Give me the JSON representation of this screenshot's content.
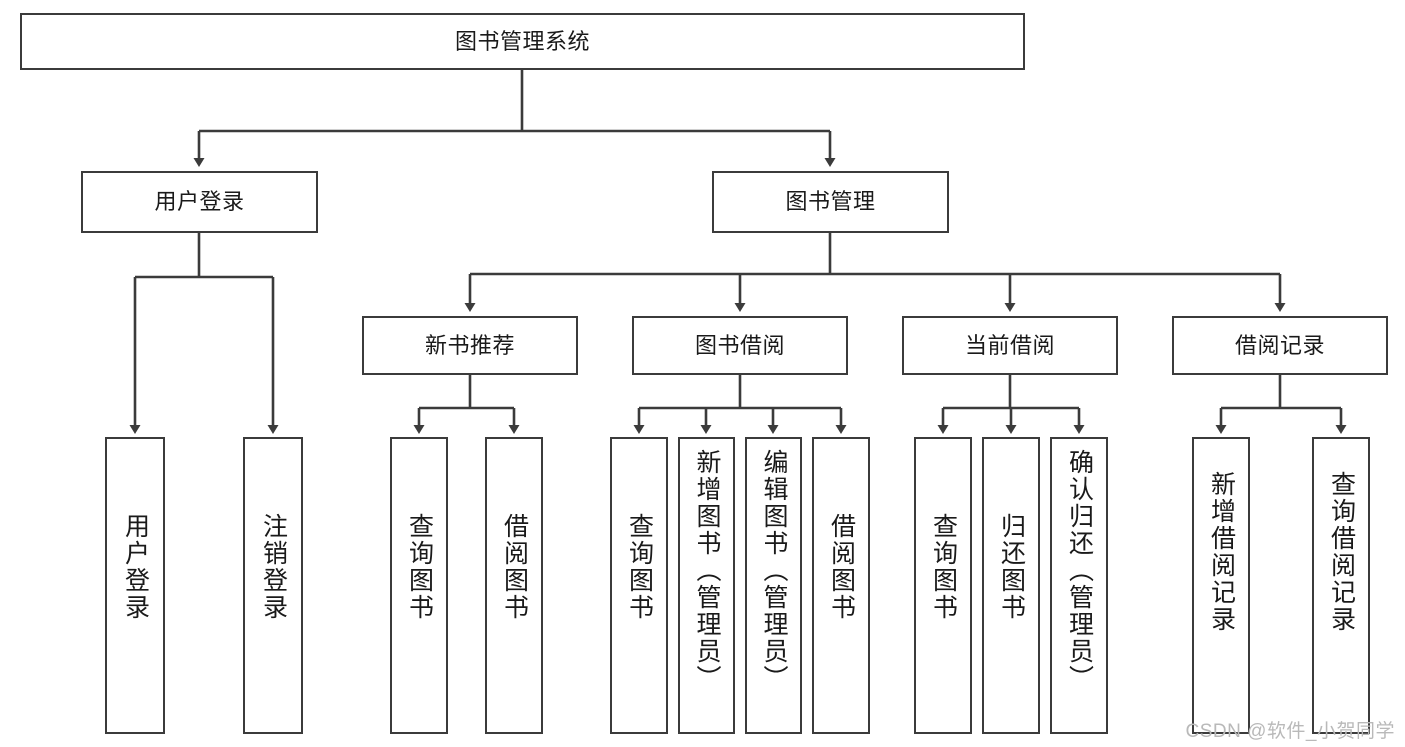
{
  "diagram": {
    "type": "tree",
    "title": "图书管理系统",
    "watermark": "CSDN @软件_小贺同学",
    "colors": {
      "stroke": "#3b3b3b",
      "fill": "#ffffff",
      "text": "#1a1a1a",
      "watermark": "#b9b9b9"
    },
    "levels": {
      "root": [
        "图书管理系统"
      ],
      "level2": [
        "用户登录",
        "图书管理"
      ],
      "level3": [
        "新书推荐",
        "图书借阅",
        "当前借阅",
        "借阅记录"
      ],
      "level4": [
        "用户登录",
        "注销登录",
        "查询图书",
        "借阅图书",
        "查询图书",
        "新增图书（管理员）",
        "编辑图书（管理员）",
        "借阅图书",
        "查询图书",
        "归还图书",
        "确认归还（管理员）",
        "新增借阅记录",
        "查询借阅记录"
      ]
    },
    "nodes": {
      "root": {
        "label": "图书管理系统"
      },
      "user_login": {
        "label": "用户登录"
      },
      "book_manage": {
        "label": "图书管理"
      },
      "new_book_rec": {
        "label": "新书推荐"
      },
      "book_borrow": {
        "label": "图书借阅"
      },
      "current_borrow": {
        "label": "当前借阅"
      },
      "borrow_record": {
        "label": "借阅记录"
      },
      "leaf_user_login": {
        "label": "用户登录"
      },
      "leaf_logout": {
        "label": "注销登录"
      },
      "leaf_query_book_1": {
        "label": "查询图书"
      },
      "leaf_borrow_book_1": {
        "label": "借阅图书"
      },
      "leaf_query_book_2": {
        "label": "查询图书"
      },
      "leaf_add_book_admin": {
        "label": "新增图书（管理员）"
      },
      "leaf_edit_book_admin": {
        "label": "编辑图书（管理员）"
      },
      "leaf_borrow_book_2": {
        "label": "借阅图书"
      },
      "leaf_query_book_3": {
        "label": "查询图书"
      },
      "leaf_return_book": {
        "label": "归还图书"
      },
      "leaf_confirm_return_admin": {
        "label": "确认归还（管理员）"
      },
      "leaf_add_record": {
        "label": "新增借阅记录"
      },
      "leaf_query_record": {
        "label": "查询借阅记录"
      }
    },
    "edges": [
      {
        "from": "root",
        "to": "user_login"
      },
      {
        "from": "root",
        "to": "book_manage"
      },
      {
        "from": "user_login",
        "to": "leaf_user_login"
      },
      {
        "from": "user_login",
        "to": "leaf_logout"
      },
      {
        "from": "book_manage",
        "to": "new_book_rec"
      },
      {
        "from": "book_manage",
        "to": "book_borrow"
      },
      {
        "from": "book_manage",
        "to": "current_borrow"
      },
      {
        "from": "book_manage",
        "to": "borrow_record"
      },
      {
        "from": "new_book_rec",
        "to": "leaf_query_book_1"
      },
      {
        "from": "new_book_rec",
        "to": "leaf_borrow_book_1"
      },
      {
        "from": "book_borrow",
        "to": "leaf_query_book_2"
      },
      {
        "from": "book_borrow",
        "to": "leaf_add_book_admin"
      },
      {
        "from": "book_borrow",
        "to": "leaf_edit_book_admin"
      },
      {
        "from": "book_borrow",
        "to": "leaf_borrow_book_2"
      },
      {
        "from": "current_borrow",
        "to": "leaf_query_book_3"
      },
      {
        "from": "current_borrow",
        "to": "leaf_return_book"
      },
      {
        "from": "current_borrow",
        "to": "leaf_confirm_return_admin"
      },
      {
        "from": "borrow_record",
        "to": "leaf_add_record"
      },
      {
        "from": "borrow_record",
        "to": "leaf_query_record"
      }
    ]
  }
}
